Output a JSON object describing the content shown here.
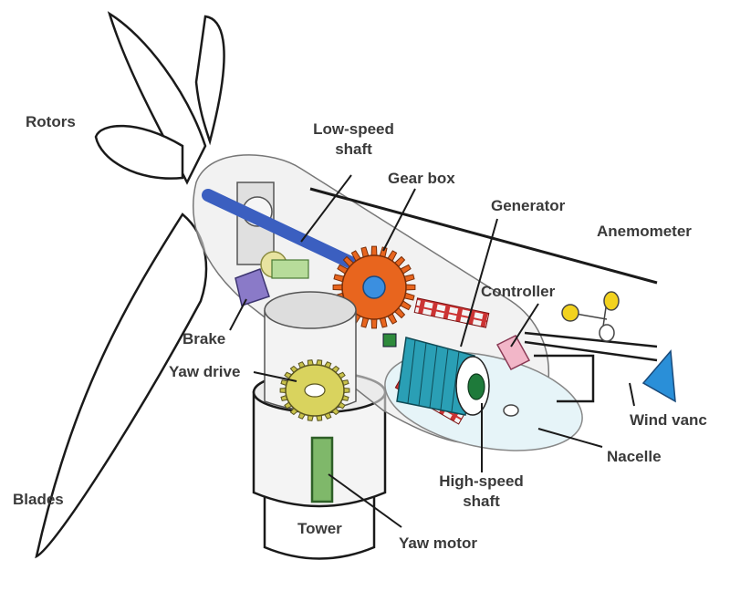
{
  "labels": {
    "rotors": "Rotors",
    "blades": "Blades",
    "low_speed_shaft": [
      "Low-speed",
      "shaft"
    ],
    "gear_box": "Gear box",
    "generator": "Generator",
    "anemometer": "Anemometer",
    "controller": "Controller",
    "brake": "Brake",
    "yaw_drive": "Yaw drive",
    "wind_vane": "Wind vanc",
    "nacelle": "Nacelle",
    "high_speed_shaft": [
      "High-speed",
      "shaft"
    ],
    "tower": "Tower",
    "yaw_motor": "Yaw motor"
  },
  "colors": {
    "low_speed_shaft": "#3b5fc0",
    "gear": "#e8651e",
    "generator": "#2a9fb5",
    "yaw_gear": "#c9c24a",
    "brake": "#8a7ac8",
    "controller": "#f2b6c8",
    "wind_vane": "#2a8fd8",
    "anemometer_cups": "#f2d21e",
    "yaw_motor": "#7fb86a"
  }
}
